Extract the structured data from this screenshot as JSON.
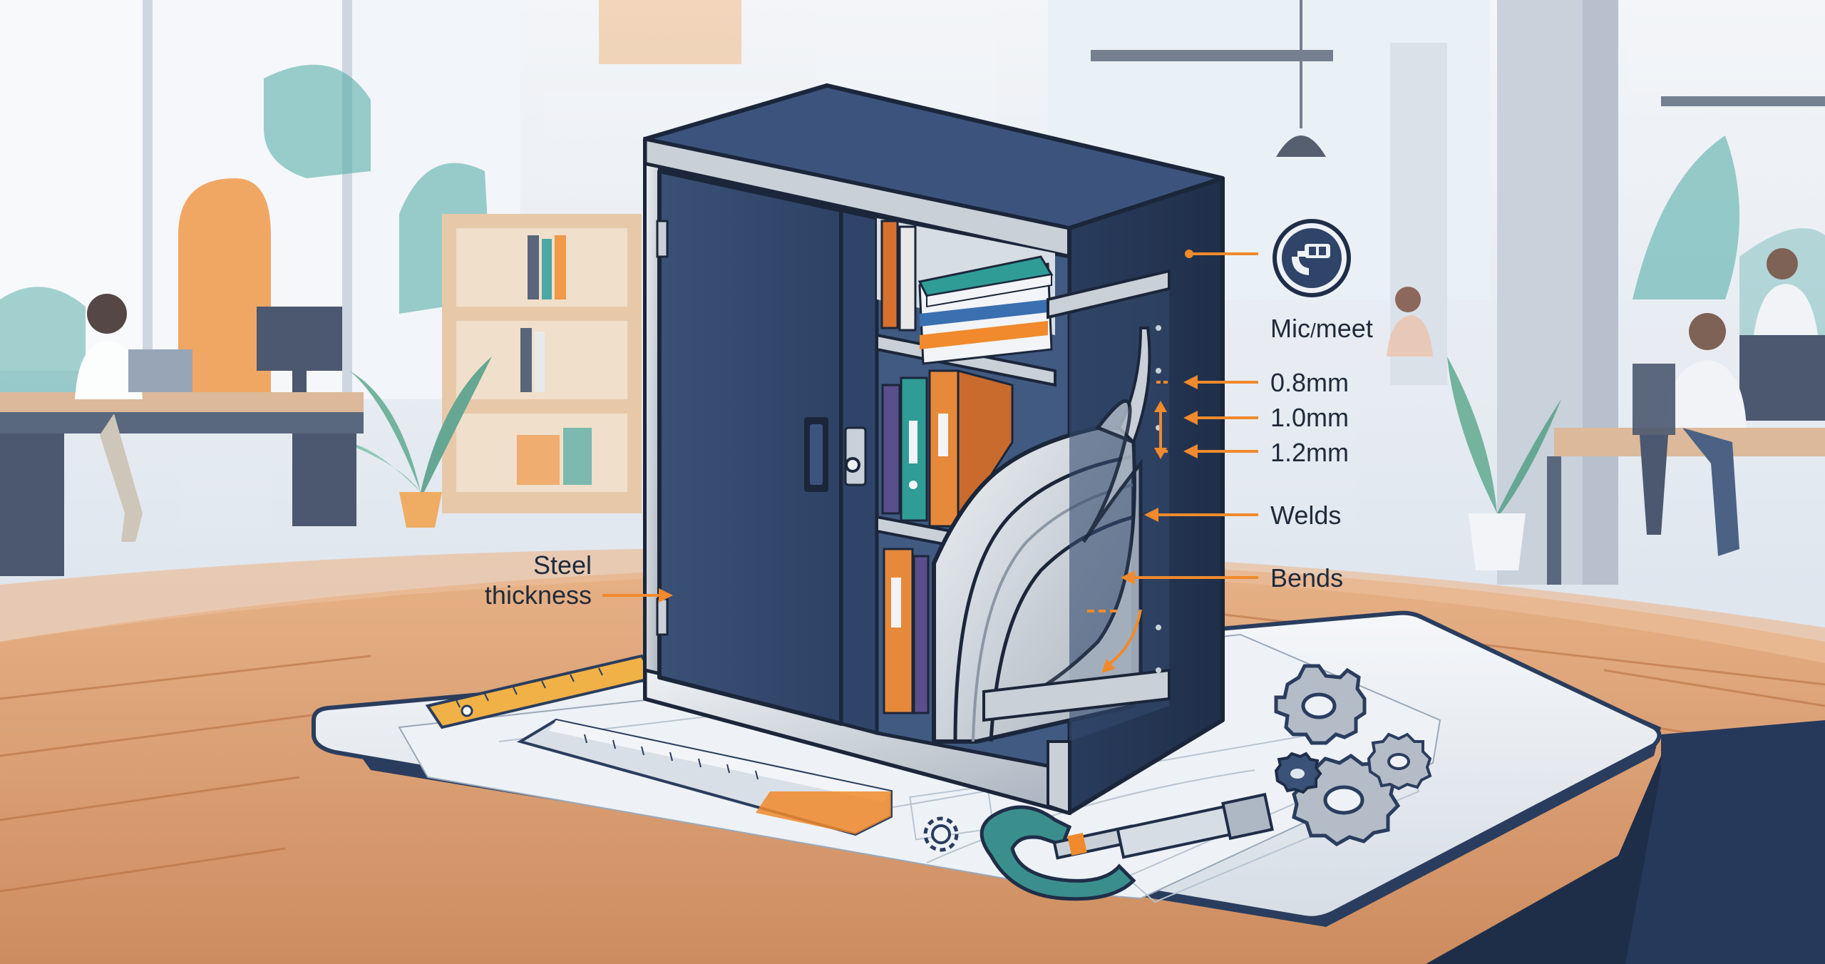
{
  "labels": {
    "micrometer": "Mic",
    "micrometer_tail": "meet",
    "thickness_08": "0.8mm",
    "thickness_10": "1.0mm",
    "thickness_12": "1.2mm",
    "welds": "Welds",
    "bends": "Bends",
    "steel_line1": "Steel",
    "steel_line2": "thickness"
  },
  "colors": {
    "accent_orange": "#f08a2c",
    "cabinet_navy": "#34496e",
    "cabinet_dark": "#223350",
    "wood": "#d9905c",
    "teal": "#2f9c96",
    "steel_gray": "#c9d0d8"
  },
  "icons": {
    "micrometer_badge": "micrometer-icon"
  }
}
